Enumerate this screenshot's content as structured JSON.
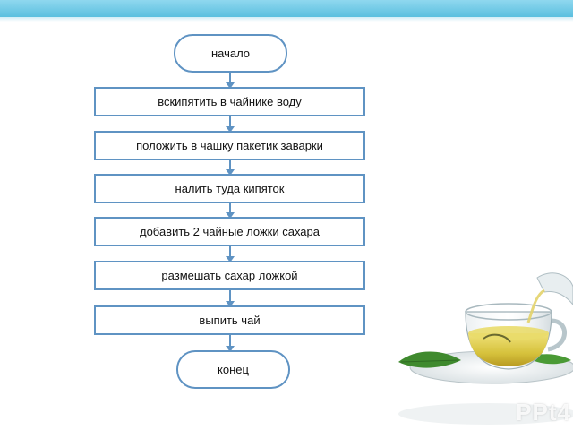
{
  "flowchart": {
    "start": "начало",
    "steps": [
      "вскипятить в чайнике воду",
      "положить в чашку пакетик заварки",
      "налить туда кипяток",
      "добавить 2 чайные ложки сахара",
      "размешать сахар ложкой",
      "выпить чай"
    ],
    "end": "конец"
  },
  "watermark": "PPt4",
  "colors": {
    "top_band": "#6ccaea",
    "node_border": "#5f93c3",
    "arrow": "#5f93c3",
    "tea": "#d9c94a"
  },
  "image": {
    "description_icon": "tea-cup-with-teapot-illustration"
  }
}
